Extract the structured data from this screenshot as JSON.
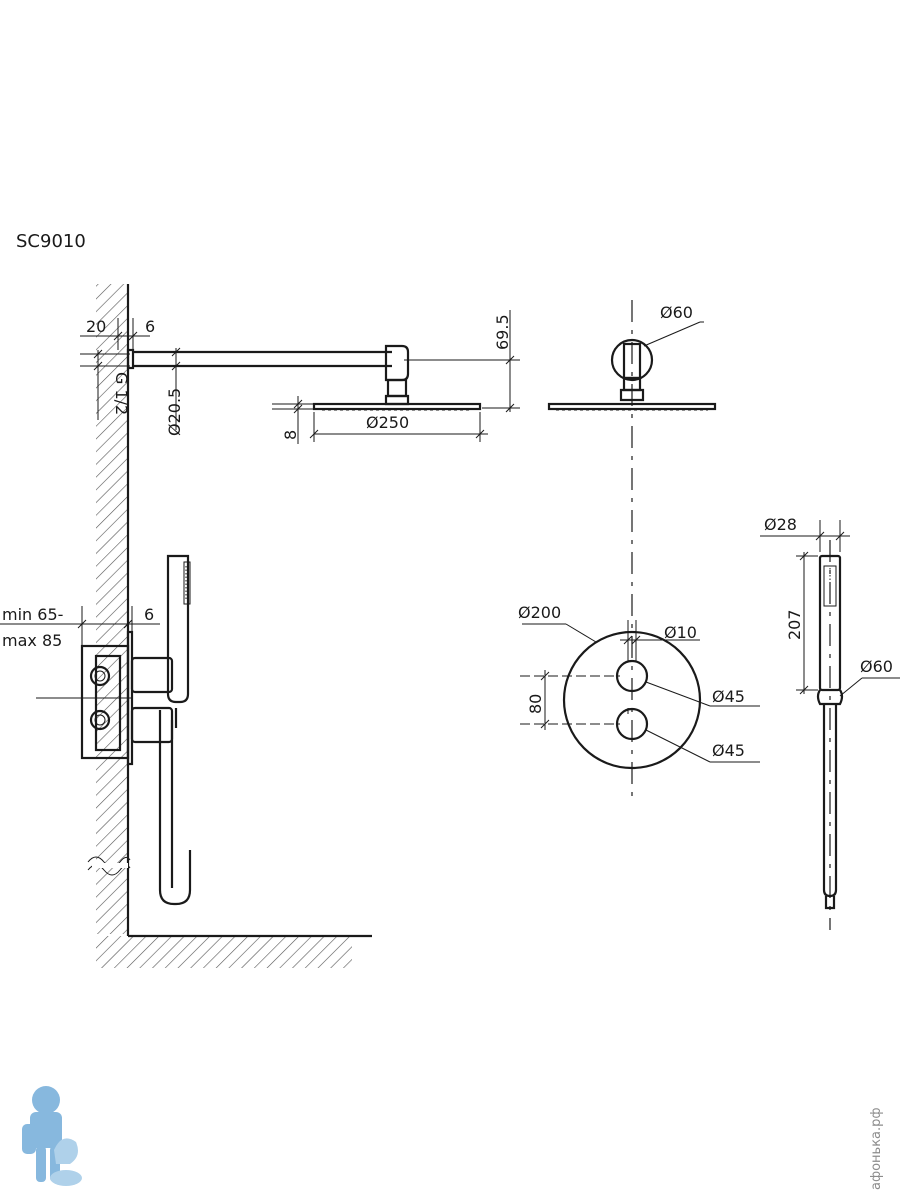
{
  "model": "SC9010",
  "colors": {
    "line": "#1a1a1a",
    "hatch": "#555555",
    "mascot_blue": "#6aa7d6",
    "watermark": "#8c8c8c"
  },
  "dims": {
    "wall_flange_depth": "20",
    "wall_flange_gap": "6",
    "thread": "G 1/2",
    "arm_diameter": "Ø20.5",
    "head_height_offset": "69.5",
    "head_thickness": "8",
    "head_diameter": "Ø250",
    "arm_flange_diameter": "Ø60",
    "mixer_depth_line1": "min 65-",
    "mixer_depth_line2": "max 85",
    "mixer_plate_gap": "6",
    "plate_diameter": "Ø200",
    "spindle_diameter": "Ø10",
    "knob_spacing": "80",
    "knob_upper_diameter": "Ø45",
    "knob_lower_diameter": "Ø45",
    "hand_shower_diameter": "Ø28",
    "hand_shower_length": "207",
    "holder_diameter": "Ø60"
  },
  "watermark": {
    "text": "афонька.рф",
    "icon": "plumber-mascot-icon"
  }
}
